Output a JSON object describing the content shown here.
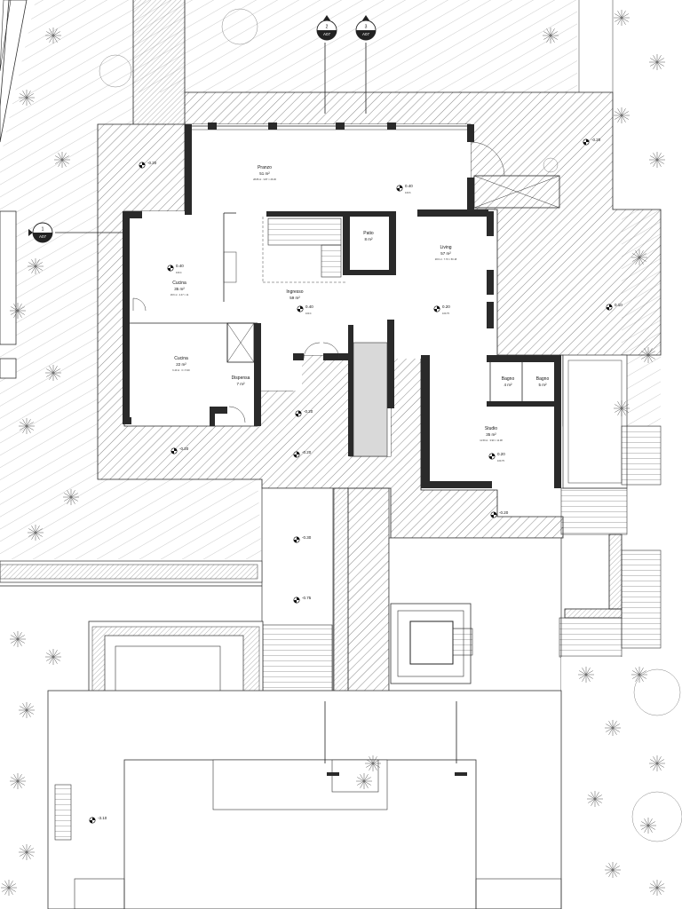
{
  "rooms": [
    {
      "id": "pranzo",
      "name": "Pranzo",
      "area": "51 m²",
      "dims": "28.86 sl · 3.87 × 26.06"
    },
    {
      "id": "cucina",
      "name": "Cucina",
      "area": "35 m²",
      "dims": "18.6 sl · 2.47 × 11"
    },
    {
      "id": "cucina2",
      "name": "Cucina",
      "area": "22 m²",
      "dims": "6.40 sl · 3 × 5.90"
    },
    {
      "id": "dispensa",
      "name": "Dispensa",
      "area": "7 m²",
      "dims": ""
    },
    {
      "id": "ingresso",
      "name": "Ingresso",
      "area": "59 m²",
      "dims": ""
    },
    {
      "id": "patio",
      "name": "Patio",
      "area": "8 m²",
      "dims": ""
    },
    {
      "id": "living",
      "name": "Living",
      "area": "57 m²",
      "dims": "28.6 sl · 7.70 × 50.18"
    },
    {
      "id": "bagno1",
      "name": "Bagno",
      "area": "4 m²",
      "dims": ""
    },
    {
      "id": "bagno2",
      "name": "Bagno",
      "area": "5 m²",
      "dims": ""
    },
    {
      "id": "studio",
      "name": "Studio",
      "area": "35 m²",
      "dims": "11.59 sl · 3.90 × 11.38"
    }
  ],
  "levels": [
    {
      "id": "l1",
      "value": "0.40",
      "sub": "100.6"
    },
    {
      "id": "l2",
      "value": "0.40",
      "sub": "100.4"
    },
    {
      "id": "l3",
      "value": "0.40",
      "sub": "100.4"
    },
    {
      "id": "l4",
      "value": "0.20",
      "sub": "100.75"
    },
    {
      "id": "l5",
      "value": "0.20",
      "sub": "100.75"
    },
    {
      "id": "l6",
      "value": "-0.20",
      "sub": ""
    },
    {
      "id": "l7",
      "value": "-0.20",
      "sub": ""
    },
    {
      "id": "l8",
      "value": "-0.20",
      "sub": ""
    },
    {
      "id": "l9",
      "value": "-0.20",
      "sub": ""
    },
    {
      "id": "l10",
      "value": "-0.20",
      "sub": ""
    },
    {
      "id": "l11",
      "value": "-0.20",
      "sub": ""
    },
    {
      "id": "l12",
      "value": "-0.30",
      "sub": ""
    },
    {
      "id": "l13",
      "value": "-0.75",
      "sub": ""
    },
    {
      "id": "l14",
      "value": "-3.10",
      "sub": ""
    },
    {
      "id": "l15",
      "value": "0.10",
      "sub": ""
    }
  ],
  "section_markers": [
    {
      "id": "s1",
      "num": "1",
      "ref": "A07"
    },
    {
      "id": "s2",
      "num": "2",
      "ref": "A07"
    },
    {
      "id": "s3",
      "num": "3",
      "ref": "A07"
    }
  ],
  "colors": {
    "wall": "#2a2a2a",
    "line": "#222222",
    "hatch": "#555555",
    "corridor_fill": "#d9d9d9",
    "background": "#ffffff"
  }
}
